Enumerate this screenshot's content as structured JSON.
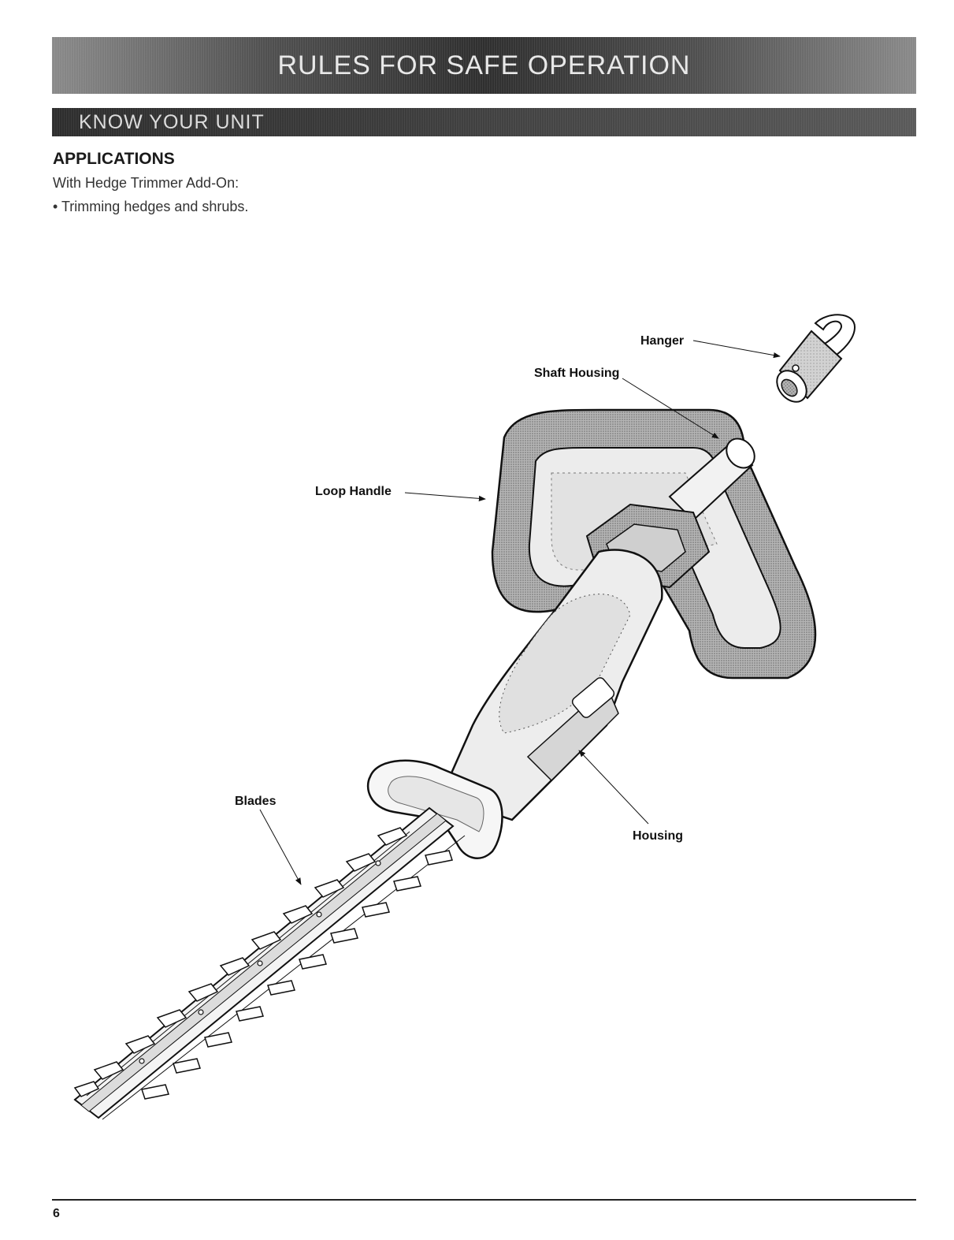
{
  "header": {
    "title": "RULES FOR SAFE OPERATION",
    "subtitle": "KNOW YOUR UNIT"
  },
  "applications": {
    "heading": "APPLICATIONS",
    "intro": "With Hedge Trimmer Add-On:",
    "items": [
      "Trimming hedges and shrubs."
    ]
  },
  "diagram": {
    "labels": {
      "hanger": "Hanger",
      "shaft_housing": "Shaft Housing",
      "loop_handle": "Loop Handle",
      "blades": "Blades",
      "housing": "Housing"
    }
  },
  "footer": {
    "page_number": "6"
  }
}
